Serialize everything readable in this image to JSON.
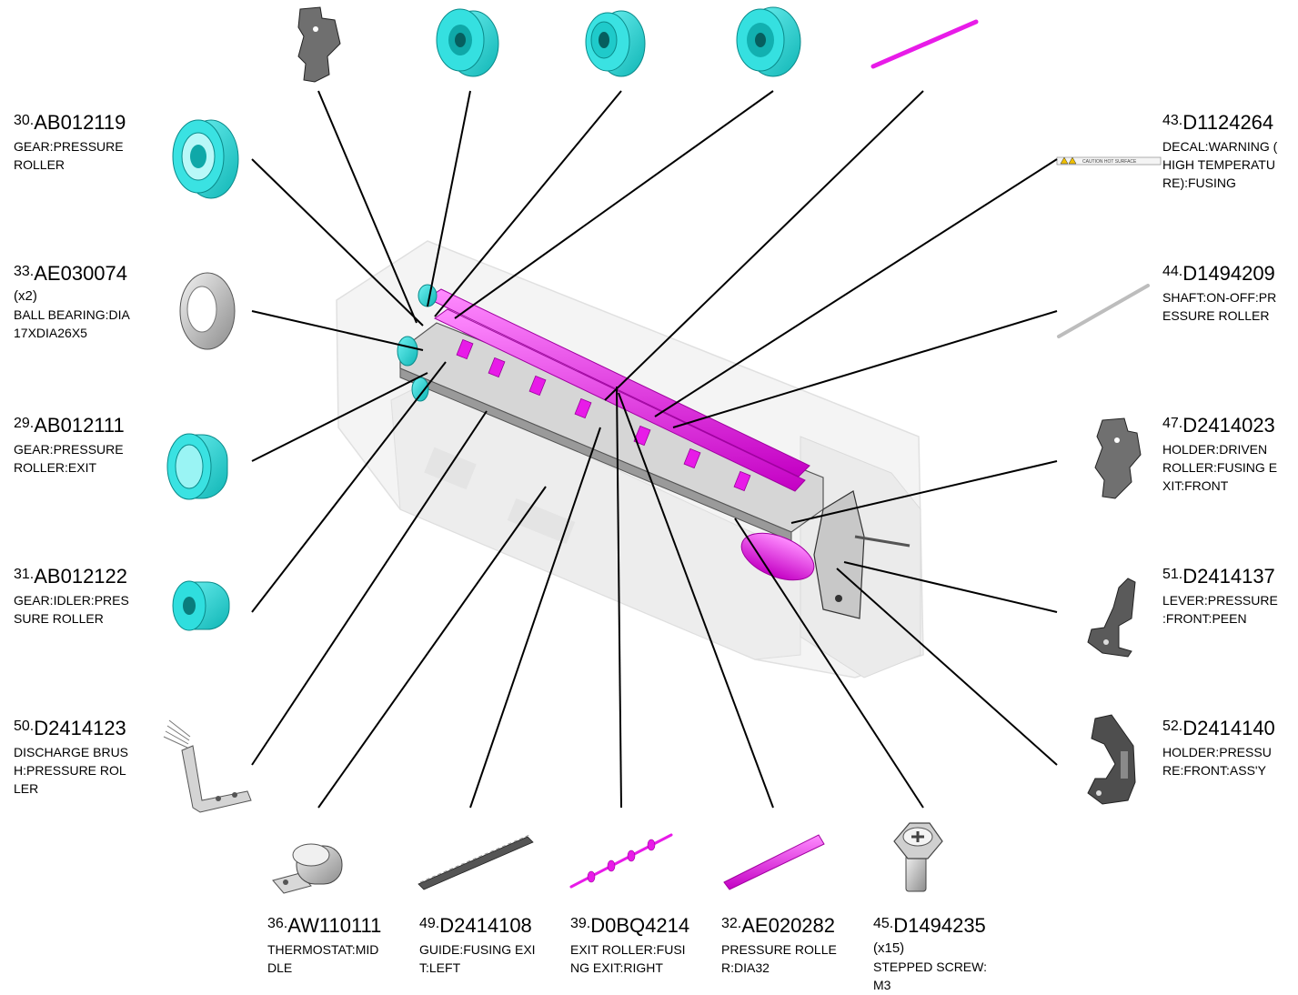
{
  "callouts": [
    {
      "num": "30.",
      "part": "AB012119",
      "qty": "",
      "desc": [
        "GEAR:PRESSURE",
        "ROLLER"
      ]
    },
    {
      "num": "33.",
      "part": "AE030074",
      "qty": "(x2)",
      "desc": [
        "BALL BEARING:DIA",
        "17XDIA26X5"
      ]
    },
    {
      "num": "29.",
      "part": "AB012111",
      "qty": "",
      "desc": [
        "GEAR:PRESSURE",
        "ROLLER:EXIT"
      ]
    },
    {
      "num": "31.",
      "part": "AB012122",
      "qty": "",
      "desc": [
        "GEAR:IDLER:PRES",
        "SURE ROLLER"
      ]
    },
    {
      "num": "50.",
      "part": "D2414123",
      "qty": "",
      "desc": [
        "DISCHARGE BRUS",
        "H:PRESSURE ROL",
        "LER"
      ]
    },
    {
      "num": "43.",
      "part": "D1124264",
      "qty": "",
      "desc": [
        "DECAL:WARNING (",
        "HIGH TEMPERATU",
        "RE):FUSING"
      ]
    },
    {
      "num": "44.",
      "part": "D1494209",
      "qty": "",
      "desc": [
        "SHAFT:ON-OFF:PR",
        "ESSURE ROLLER"
      ]
    },
    {
      "num": "47.",
      "part": "D2414023",
      "qty": "",
      "desc": [
        "HOLDER:DRIVEN",
        "ROLLER:FUSING E",
        "XIT:FRONT"
      ]
    },
    {
      "num": "51.",
      "part": "D2414137",
      "qty": "",
      "desc": [
        "LEVER:PRESSURE",
        ":FRONT:PEEN"
      ]
    },
    {
      "num": "52.",
      "part": "D2414140",
      "qty": "",
      "desc": [
        "HOLDER:PRESSU",
        "RE:FRONT:ASS'Y"
      ]
    },
    {
      "num": "36.",
      "part": "AW110111",
      "qty": "",
      "desc": [
        "THERMOSTAT:MID",
        "DLE"
      ]
    },
    {
      "num": "49.",
      "part": "D2414108",
      "qty": "",
      "desc": [
        "GUIDE:FUSING EXI",
        "T:LEFT"
      ]
    },
    {
      "num": "39.",
      "part": "D0BQ4214",
      "qty": "",
      "desc": [
        "EXIT ROLLER:FUSI",
        "NG EXIT:RIGHT"
      ]
    },
    {
      "num": "32.",
      "part": "AE020282",
      "qty": "",
      "desc": [
        "PRESSURE ROLLE",
        "R:DIA32"
      ]
    },
    {
      "num": "45.",
      "part": "D1494235",
      "qty": "(x15)",
      "desc": [
        "STEPPED SCREW:",
        "M3"
      ]
    }
  ],
  "decal_text": "CAUTION HOT SURFACE",
  "colors": {
    "accent_cyan": "#19d8d8",
    "accent_magenta": "#e81be8",
    "line": "#000000",
    "ghost": "#e4e4e4"
  }
}
